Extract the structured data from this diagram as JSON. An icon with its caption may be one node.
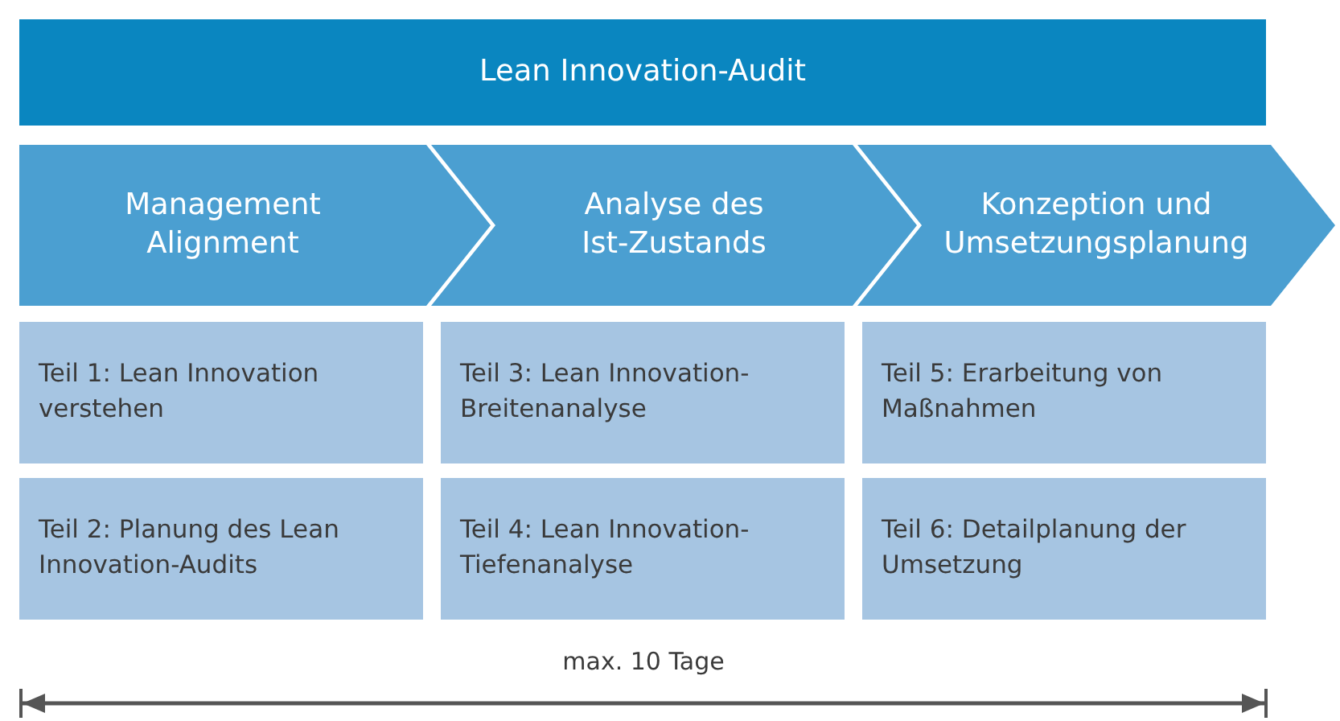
{
  "diagram": {
    "nodes": [
      {
        "text": [
          "Lean Innovation-Audit"
        ]
      },
      {
        "text": [
          "Management Alignment"
        ]
      },
      {
        "text": [
          "Analyse des Ist-Zustands"
        ]
      },
      {
        "text": [
          "Konzeption und Umsetzungsplanung"
        ]
      },
      {
        "text": [
          "Teil 1: Lean Innovation verstehen"
        ]
      },
      {
        "text": [
          "Teil 3: Lean Innovation-Breitenanalyse"
        ]
      },
      {
        "text": [
          "Teil 5: Erarbeitung von Maßnahmen"
        ]
      },
      {
        "text": [
          "Teil 2: Planung des Lean Innovation-Audits"
        ]
      },
      {
        "text": [
          "Teil 4: Lean Innovation-Tiefenanalyse"
        ]
      },
      {
        "text": [
          "Teil 6: Detailplanung der Umsetzung"
        ]
      }
    ],
    "labels": [
      "max. 10 Tage"
    ]
  }
}
